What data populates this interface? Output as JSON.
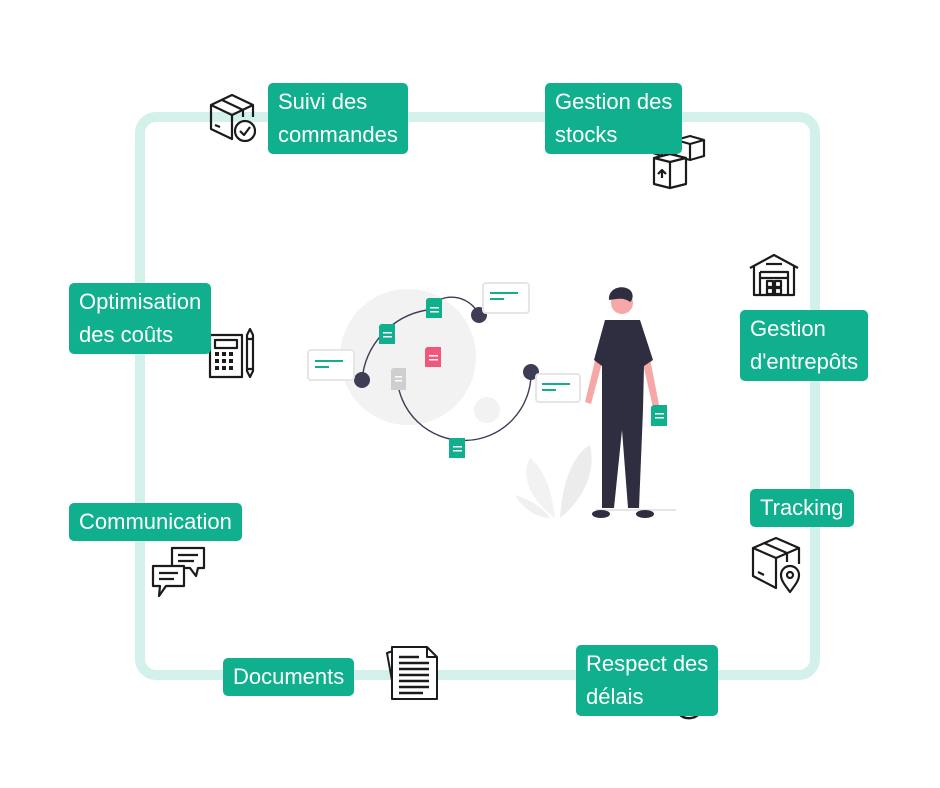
{
  "labels": {
    "suivi": [
      "Suivi des",
      "commandes"
    ],
    "stocks": [
      "Gestion des",
      "stocks"
    ],
    "entrepots": [
      "Gestion",
      "d'entrepôts"
    ],
    "tracking": [
      "Tracking"
    ],
    "delais": [
      "Respect des",
      "délais"
    ],
    "documents": [
      "Documents"
    ],
    "communication": [
      "Communication"
    ],
    "optimisation": [
      "Optimisation",
      "des coûts"
    ]
  },
  "colors": {
    "accent": "#10b08e",
    "frame": "#d3f1ea",
    "icon": "#1b1b1b",
    "person_dark": "#2f2e41",
    "skin": "#f6a7a7",
    "pink_doc": "#f0577a",
    "light_grey": "#f2f2f2"
  }
}
